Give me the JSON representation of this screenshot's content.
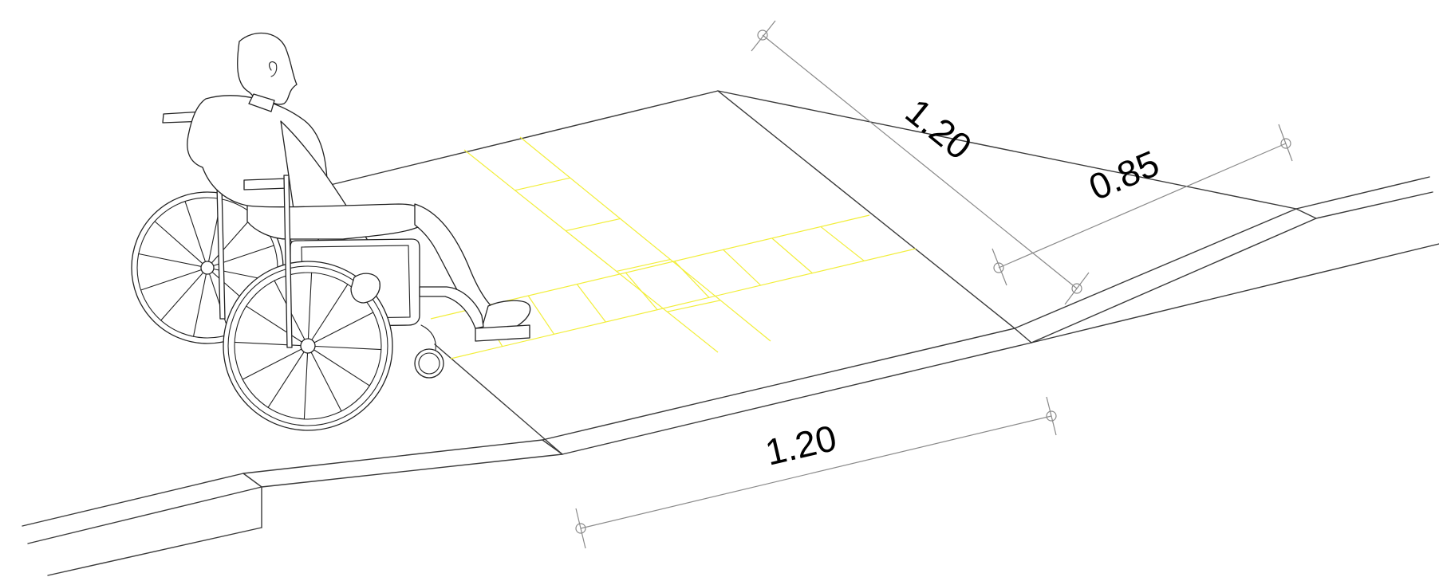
{
  "colors": {
    "background": "#ffffff",
    "outline": "#3a3a3a",
    "tactile_paving": "#f2ee3a",
    "dimension_line": "#8a8a8a"
  },
  "dimensions": {
    "ramp_length": "1.20",
    "ramp_width": "0.85",
    "landing_length": "1.20"
  },
  "icons": [
    "wheelchair-user-icon"
  ]
}
